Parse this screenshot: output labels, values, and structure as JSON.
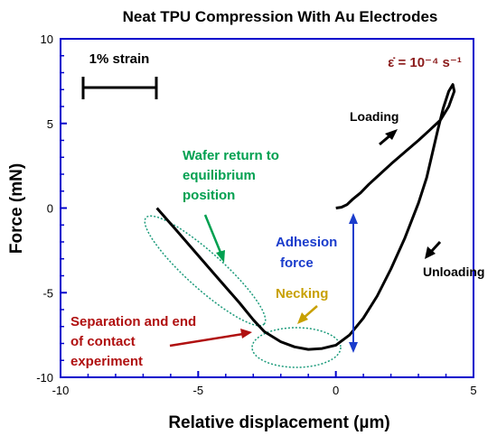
{
  "chart_data": {
    "type": "line",
    "title": "Neat TPU Compression With Au Electrodes",
    "xlabel": "Relative displacement (µm)",
    "ylabel": "Force (mN)",
    "xlim": [
      -10,
      5
    ],
    "ylim": [
      -10,
      10
    ],
    "grid": false,
    "x_ticks": [
      "-10",
      "-5",
      "0",
      "5"
    ],
    "y_ticks": [
      "10",
      "5",
      "0",
      "-5",
      "-10"
    ],
    "series": [
      {
        "color": "#000000",
        "x": [
          -6.5,
          -5.8,
          -5.0,
          -4.2,
          -3.5,
          -3.0,
          -2.6,
          -2.0,
          -1.5,
          -1.0,
          -0.5,
          0.0,
          0.5,
          1.0,
          1.5,
          2.0,
          2.5,
          3.0,
          3.3,
          3.5,
          3.7,
          3.9,
          4.1,
          4.25,
          4.3,
          4.1,
          3.8,
          3.4,
          3.0,
          2.5,
          2.0,
          1.6,
          1.2,
          0.9,
          0.6,
          0.4,
          0.2,
          0.0
        ],
        "y": [
          0.0,
          -1.3,
          -2.8,
          -4.3,
          -5.6,
          -6.6,
          -7.3,
          -7.9,
          -8.2,
          -8.35,
          -8.3,
          -8.1,
          -7.5,
          -6.5,
          -5.2,
          -3.6,
          -1.8,
          0.3,
          1.8,
          3.2,
          4.6,
          5.9,
          6.9,
          7.3,
          6.9,
          6.0,
          5.2,
          4.6,
          4.0,
          3.3,
          2.6,
          2.0,
          1.4,
          0.9,
          0.5,
          0.2,
          0.05,
          0.0
        ]
      }
    ],
    "labels": {
      "strain": "1% strain",
      "rate": "ε̇ = 10⁻⁴ s⁻¹",
      "loading": "Loading",
      "unloading": "Unloading",
      "wafer_line1": "Wafer return to",
      "wafer_line2": "equilibrium",
      "wafer_line3": "position",
      "adhesion_line1": "Adhesion",
      "adhesion_line2": "force",
      "necking": "Necking",
      "separation_line1": "Separation and end",
      "separation_line2": "of contact",
      "separation_line3": "experiment"
    },
    "colors": {
      "axis": "#0000cc",
      "wafer": "#00a050",
      "adhesion": "#1a3ccc",
      "necking": "#c8a000",
      "separation": "#b01010",
      "rate": "#8b1a1a"
    }
  }
}
